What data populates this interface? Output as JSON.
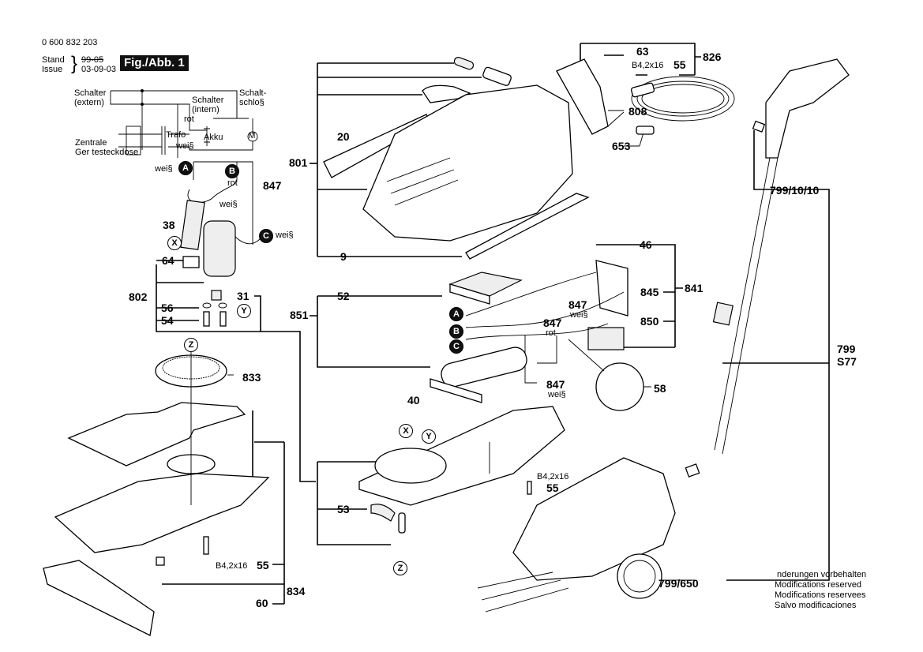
{
  "header": {
    "doc_number": "0 600 832 203",
    "stand_label": "Stand",
    "issue_label": "Issue",
    "stand_value_struck": "99-05",
    "issue_value": "03-09-03",
    "figure_label": "Fig./Abb. 1"
  },
  "schematic": {
    "labels": {
      "schalter_extern": "Schalter",
      "schalter_extern_2": "(extern)",
      "schalter_intern": "Schalter",
      "schalter_intern_2": "(intern)",
      "schaltschloss": "Schalt-",
      "schaltschloss_2": "schlo§",
      "rot": "rot",
      "trafo": "Trafo",
      "akku": "Akku",
      "weiss": "wei§",
      "motor": "M",
      "zentrale": "Zentrale",
      "geratesteckdose": "Ger testeckdose"
    }
  },
  "callouts": {
    "wire_a": {
      "letter": "A",
      "color": "wei§"
    },
    "wire_b": {
      "letter": "B",
      "color": "rot"
    },
    "wire_c": {
      "letter": "C",
      "color": "wei§"
    },
    "wire_weiss_mid": "wei§",
    "ref_x": "X",
    "ref_y": "Y",
    "ref_z": "Z"
  },
  "parts": {
    "p847_top": "847",
    "p38": "38",
    "p64": "64",
    "p802": "802",
    "p56": "56",
    "p54": "54",
    "p31": "31",
    "p833": "833",
    "p55_blade": "55",
    "screw_spec": "B4,2x16",
    "p834": "834",
    "p60": "60",
    "p20": "20",
    "p801": "801",
    "p9": "9",
    "p63": "63",
    "p55_top": "55",
    "p826": "826",
    "p808": "808",
    "p653": "653",
    "p46": "46",
    "p841": "841",
    "p845": "845",
    "p850": "850",
    "p52": "52",
    "p851": "851",
    "p847_weiss_1": "847",
    "p847_rot": "847",
    "p847_weiss_2": "847",
    "label_weiss": "wei§",
    "label_rot": "rot",
    "p58": "58",
    "p40": "40",
    "p55_base": "55",
    "p53": "53",
    "p799_10_10": "799/10/10",
    "p799": "799",
    "pS77": "S77",
    "p799_650": "799/650"
  },
  "footer": {
    "notice_de": "nderungen vorbehalten",
    "notice_en": "Modifications reserved",
    "notice_fr": "Modifications reservees",
    "notice_es": "Salvo modificaciones"
  }
}
